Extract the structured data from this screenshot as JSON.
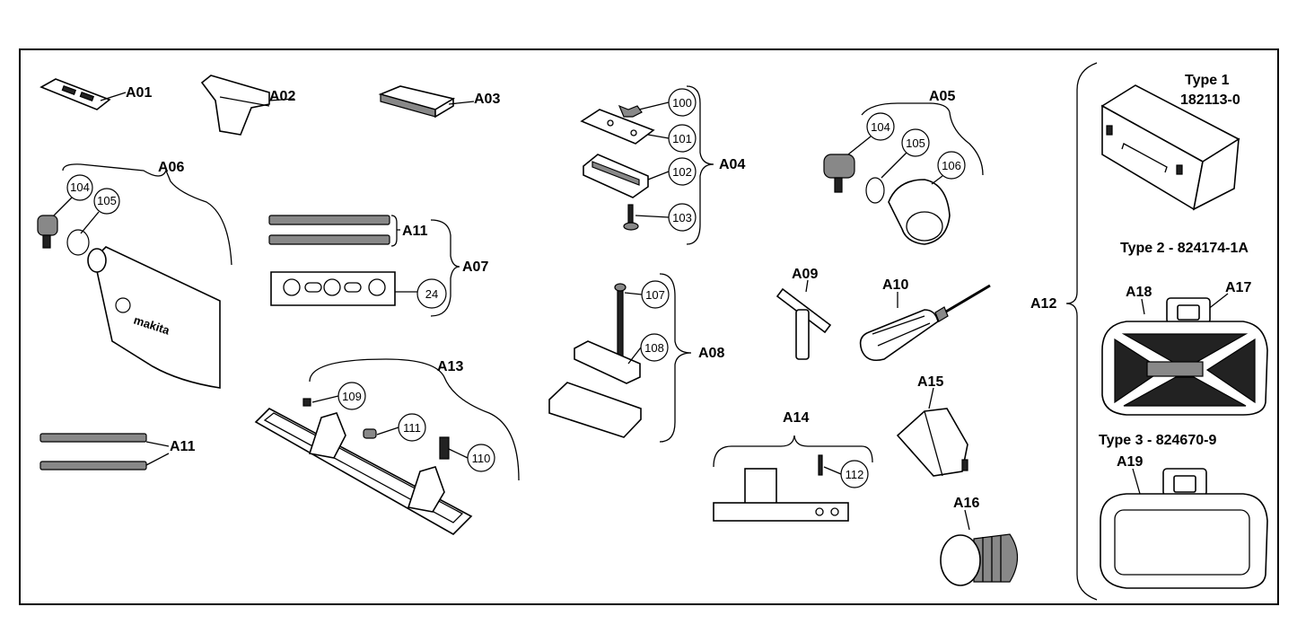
{
  "labels": {
    "A01": "A01",
    "A02": "A02",
    "A03": "A03",
    "A04": "A04",
    "A05": "A05",
    "A06": "A06",
    "A07": "A07",
    "A08": "A08",
    "A09": "A09",
    "A10": "A10",
    "A11a": "A11",
    "A11b": "A11",
    "A12": "A12",
    "A13": "A13",
    "A14": "A14",
    "A15": "A15",
    "A16": "A16",
    "A17": "A17",
    "A18": "A18",
    "A19": "A19"
  },
  "numbers": {
    "n100": "100",
    "n101": "101",
    "n102": "102",
    "n103": "103",
    "n104a": "104",
    "n105a": "105",
    "n106": "106",
    "n104b": "104",
    "n105b": "105",
    "n24": "24",
    "n107": "107",
    "n108": "108",
    "n109": "109",
    "n110": "110",
    "n111": "111",
    "n112": "112"
  },
  "types": {
    "type1_name": "Type 1",
    "type1_code": "182113-0",
    "type2": "Type 2 - 824174-1A",
    "type3": "Type 3 - 824670-9"
  },
  "bag_logo": "makita",
  "colors": {
    "line": "#000000",
    "background": "#ffffff"
  }
}
